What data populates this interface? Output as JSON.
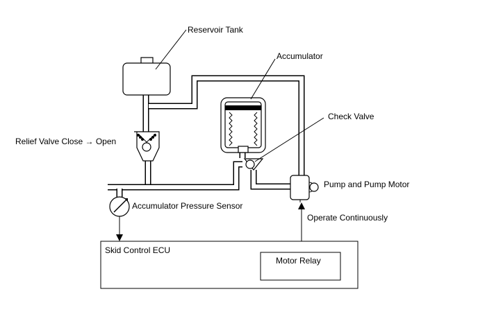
{
  "labels": {
    "reservoir_tank": "Reservoir Tank",
    "accumulator": "Accumulator",
    "check_valve": "Check Valve",
    "relief_valve": "Relief Valve Close → Open",
    "pump_motor": "Pump and Pump Motor",
    "pressure_sensor": "Accumulator Pressure Sensor",
    "operate": "Operate Continuously",
    "ecu": "Skid Control ECU",
    "motor_relay": "Motor Relay"
  }
}
